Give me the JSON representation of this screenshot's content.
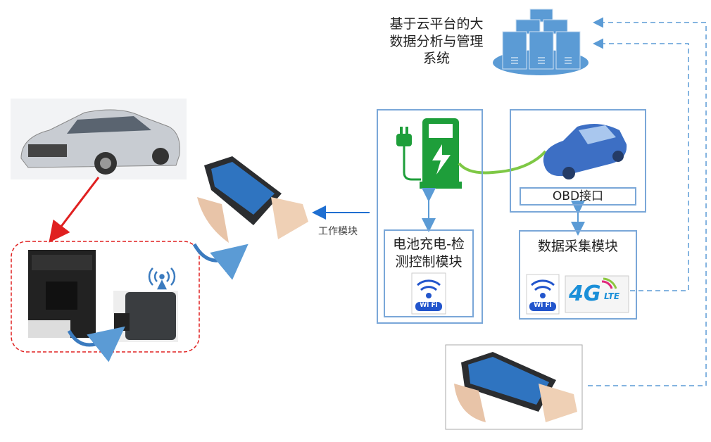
{
  "cloud_system": {
    "label_line1": "基于云平台的大",
    "label_line2": "数据分析与管理",
    "label_line3": "系统"
  },
  "work_module_label": "工作模块",
  "charging_module": {
    "label_line1": "电池充电-检",
    "label_line2": "测控制模块",
    "wifi_text": "Wi Fi"
  },
  "obd": {
    "label": "OBD接口"
  },
  "data_module": {
    "label": "数据采集模块",
    "wifi_text": "Wi Fi",
    "lte_4g": "4G",
    "lte_text": "LTE"
  },
  "colors": {
    "accent_blue": "#5b9bd5",
    "green": "#1e9e3a",
    "red": "#e02020",
    "arrow_blue": "#1f6fd1"
  }
}
